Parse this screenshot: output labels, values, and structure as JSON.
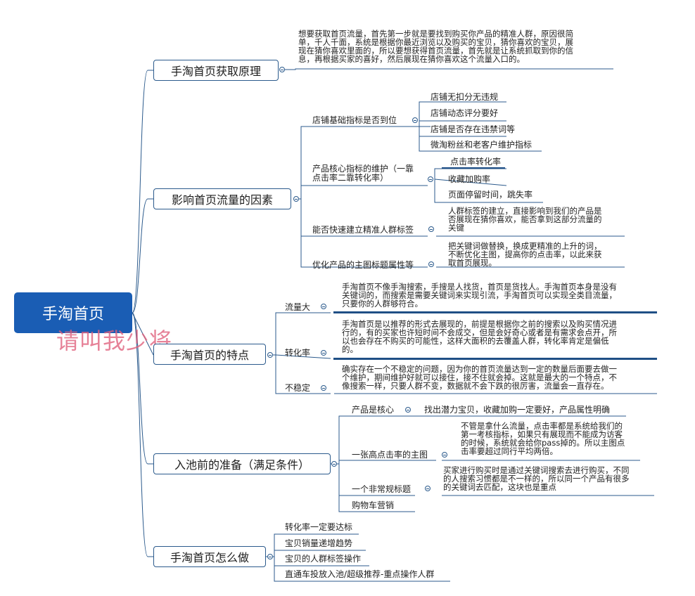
{
  "root": "手淘首页",
  "watermark": "请叫我少将",
  "b1": {
    "title": "手淘首页获取原理",
    "lines": [
      "想要获取首页流量，首先第一步就是要找到购买你产品的精准人群，原因很简",
      "单，千人千面，系统是根据你最近浏览以及购买的宝贝，猜你喜欢的宝贝，展",
      "现在猜你喜欢里面的，所以要想获得首页流量，首先就是让系统抓取到你的信",
      "息，再根据买家的喜好，然后展现在猜你喜欢这个流量入口的。"
    ]
  },
  "b2": {
    "title": "影响首页流量的因素",
    "c1": {
      "label": "店铺基础指标是否到位",
      "items": [
        "店铺无扣分无违规",
        "店铺动态评分要好",
        "店铺是否存在违禁词等",
        "微淘粉丝和老客户维护指标"
      ]
    },
    "c2": {
      "label_lines": [
        "产品核心指标的维护（一靠",
        "点击率二靠转化率）"
      ],
      "items": [
        "点击率转化率",
        "收藏加购率",
        "页面停留时间，跳失率"
      ]
    },
    "c3": {
      "label": "能否快速建立精准人群标签",
      "lines": [
        "人群标签的建立，直接影响到我们的产品是",
        "否展现在猜你喜欢，能否拿到这部分流量的",
        "关键"
      ]
    },
    "c4": {
      "label": "优化产品的主图标题属性等",
      "lines": [
        "把关键词做替换，换成更精准的上升的词，",
        "不断优化主图，提高你的点击率，以此来获",
        "取首页展现。"
      ]
    }
  },
  "b3": {
    "title": "手淘首页的特点",
    "c1": {
      "label": "流量大",
      "lines": [
        "手淘首页不像手淘搜索，手搜是人找货，首页是货找人。手淘首页本身是没有",
        "关键词的，而搜索是需要关键词来实现引流，手淘首页可以实现全类目流量，",
        "只要你的人群够符合。"
      ]
    },
    "c2": {
      "label": "转化率",
      "lines": [
        "手淘首页是以推荐的形式去展现的，前提是根据你之前的搜索以及购买情况进",
        "行的，有的买家也许短时间不会成交，但是会好奇心或者是有需求会点开，所",
        "以也会存在不购买的可能性，这样大面积的去覆盖人群，转化率肯定是偏低",
        "的。"
      ]
    },
    "c3": {
      "label": "不稳定",
      "lines": [
        "确实存在一个不稳定的问题，因为你的首页流量达到一定的数量后面要去做一",
        "个维护，期间维护好就可以接住，接不住就会掉。这就是最大的一个特点，不",
        "像搜索一样，只要人群不变，数据就不会下跌的很厉害，流量会一直存在。"
      ]
    }
  },
  "b4": {
    "title": "入池前的准备（满足条件）",
    "c1": {
      "label": "产品是核心",
      "detail": "找出潜力宝贝，收藏加购一定要好，产品属性明确"
    },
    "c2": {
      "label": "一张高点击率的主图",
      "lines": [
        "不管是拿什么流量，点击率都是系统给我们的",
        "第一考核指标，如果只有展现而不能成为访客",
        "的时候，系统就会给你pass掉的。所以主图点",
        "击率要超过同行平均两倍。"
      ]
    },
    "c3": {
      "label": "一个非常规标题",
      "lines": [
        "买家进行购买时是通过关键词搜索去进行购买，不同",
        "的人搜索习惯都是不一样的，所以同一个产品有很多",
        "的关键词去匹配，这块也是重点"
      ]
    },
    "c4": {
      "label": "购物车营销"
    }
  },
  "b5": {
    "title": "手淘首页怎么做",
    "items": [
      "转化率一定要达标",
      "宝贝销量递增趋势",
      "宝贝的人群标签操作",
      "直通车投放入池/超级推荐-重点操作人群"
    ]
  },
  "colors": {
    "root_bg": "#1a5db4",
    "line": "#2b5a8c",
    "watermark": "#e0607c"
  }
}
